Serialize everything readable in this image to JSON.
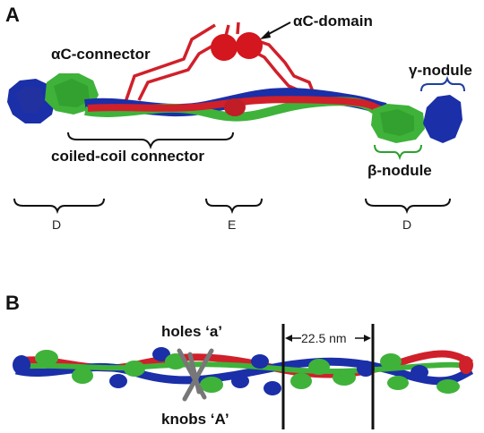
{
  "panel_a": {
    "label": "A",
    "ac_domain": "αC-domain",
    "ac_connector": "αC-connector",
    "gamma_nodule": "γ-nodule",
    "coiled_coil": "coiled-coil connector",
    "beta_nodule": "β-nodule",
    "regions": [
      "D",
      "E",
      "D"
    ]
  },
  "panel_b": {
    "label": "B",
    "holes": "holes ‘a’",
    "knobs": "knobs ‘A’",
    "spacing": "22.5 nm"
  },
  "colors": {
    "blue": "#1a2fa8",
    "green": "#3fb23a",
    "red": "#d0202a",
    "grey": "#777777",
    "brace_green": "#2ca02c",
    "brace_blue": "#1f3fa0"
  }
}
